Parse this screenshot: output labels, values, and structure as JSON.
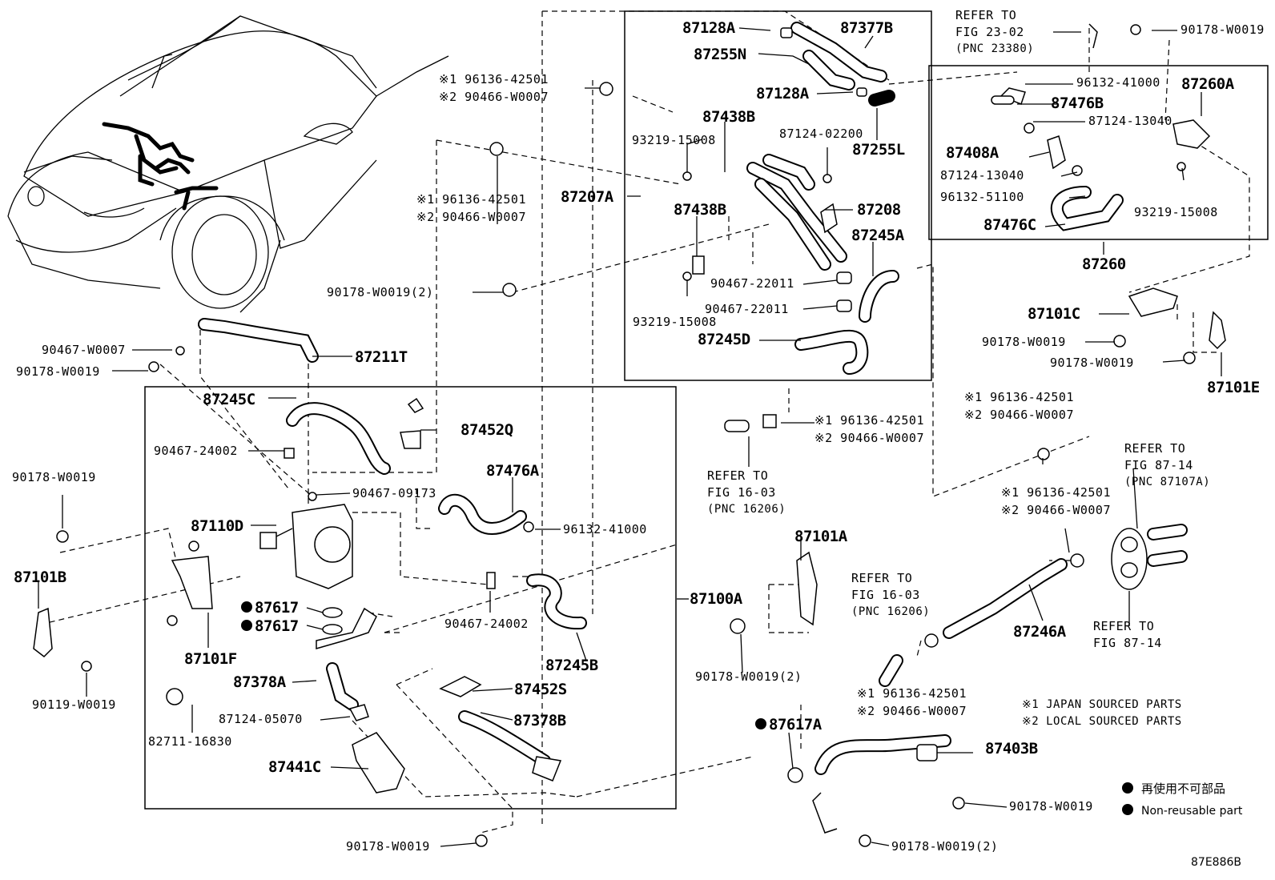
{
  "diagram_code": "87E886B",
  "notes": {
    "note1": "※1 JAPAN SOURCED PARTS",
    "note2": "※2 LOCAL SOURCED PARTS"
  },
  "legend": {
    "ja": "再使用不可部品",
    "en": "Non-reusable part"
  },
  "labels": {
    "p87128A_1": "87128A",
    "p87377B": "87377B",
    "p87255N": "87255N",
    "p87128A_2": "87128A",
    "p87438B_1": "87438B",
    "p93219_1": "93219-15008",
    "p87124_02200": "87124-02200",
    "p87255L": "87255L",
    "p87207A": "87207A",
    "p87438B_2": "87438B",
    "p87208": "87208",
    "p87245A": "87245A",
    "p90467_22011_1": "90467-22011",
    "p90467_22011_2": "90467-22011",
    "p93219_2": "93219-15008",
    "p87245D": "87245D",
    "refer_23_1": "REFER TO",
    "refer_23_2": "FIG 23-02",
    "refer_23_3": "(PNC 23380)",
    "p90178_tr": "90178-W0019",
    "p96132_41000_r": "96132-41000",
    "p87260A": "87260A",
    "p87476B": "87476B",
    "p87124_13040_1": "87124-13040",
    "p87408A": "87408A",
    "p87124_13040_2": "87124-13040",
    "p96132_51100": "96132-51100",
    "p93219_3": "93219-15008",
    "p87476C": "87476C",
    "p87260": "87260",
    "p87101C": "87101C",
    "p90178_r1": "90178-W0019",
    "p90178_r2": "90178-W0019",
    "p87101E": "87101E",
    "k1_a": "※1 96136-42501",
    "k2_a": "※2 90466-W0007",
    "k1_b": "※1 96136-42501",
    "k2_b": "※2 90466-W0007",
    "p90178_2_top": "90178-W0019(2)",
    "p90467_W0007": "90467-W0007",
    "p87211T": "87211T",
    "p90178_l1": "90178-W0019",
    "p87245C": "87245C",
    "p87452Q": "87452Q",
    "p90467_24002_1": "90467-24002",
    "p90178_l2": "90178-W0019",
    "p87476A": "87476A",
    "p90467_09173": "90467-09173",
    "p87110D": "87110D",
    "p96132_41000_c": "96132-41000",
    "p87101B": "87101B",
    "p87617_1": "87617",
    "p87617_2": "87617",
    "p90467_24002_2": "90467-24002",
    "p87100A": "87100A",
    "p87101F": "87101F",
    "p87245B": "87245B",
    "p87378A": "87378A",
    "p87452S": "87452S",
    "p90119": "90119-W0019",
    "p87124_05070": "87124-05070",
    "p87378B": "87378B",
    "p82711": "82711-16830",
    "p87441C": "87441C",
    "p90178_bottom": "90178-W0019",
    "k1_c": "※1 96136-42501",
    "k2_c": "※2 90466-W0007",
    "refer_16_a1": "REFER TO",
    "refer_16_a2": "FIG 16-03",
    "refer_16_a3": "(PNC 16206)",
    "k1_d": "※1 96136-42501",
    "k2_d": "※2 90466-W0007",
    "refer_87_1": "REFER TO",
    "refer_87_2": "FIG 87-14",
    "refer_87_3": "(PNC 87107A)",
    "k1_e": "※1 96136-42501",
    "k2_e": "※2 90466-W0007",
    "p87101A": "87101A",
    "refer_16_b1": "REFER TO",
    "refer_16_b2": "FIG 16-03",
    "refer_16_b3": "(PNC 16206)",
    "p90178_2_mid": "90178-W0019(2)",
    "p87246A": "87246A",
    "refer_87b_1": "REFER TO",
    "refer_87b_2": "FIG 87-14",
    "k1_f": "※1 96136-42501",
    "k2_f": "※2 90466-W0007",
    "p87617A": "87617A",
    "p87403B": "87403B",
    "p90178_br1": "90178-W0019",
    "p90178_br2": "90178-W0019(2)"
  }
}
